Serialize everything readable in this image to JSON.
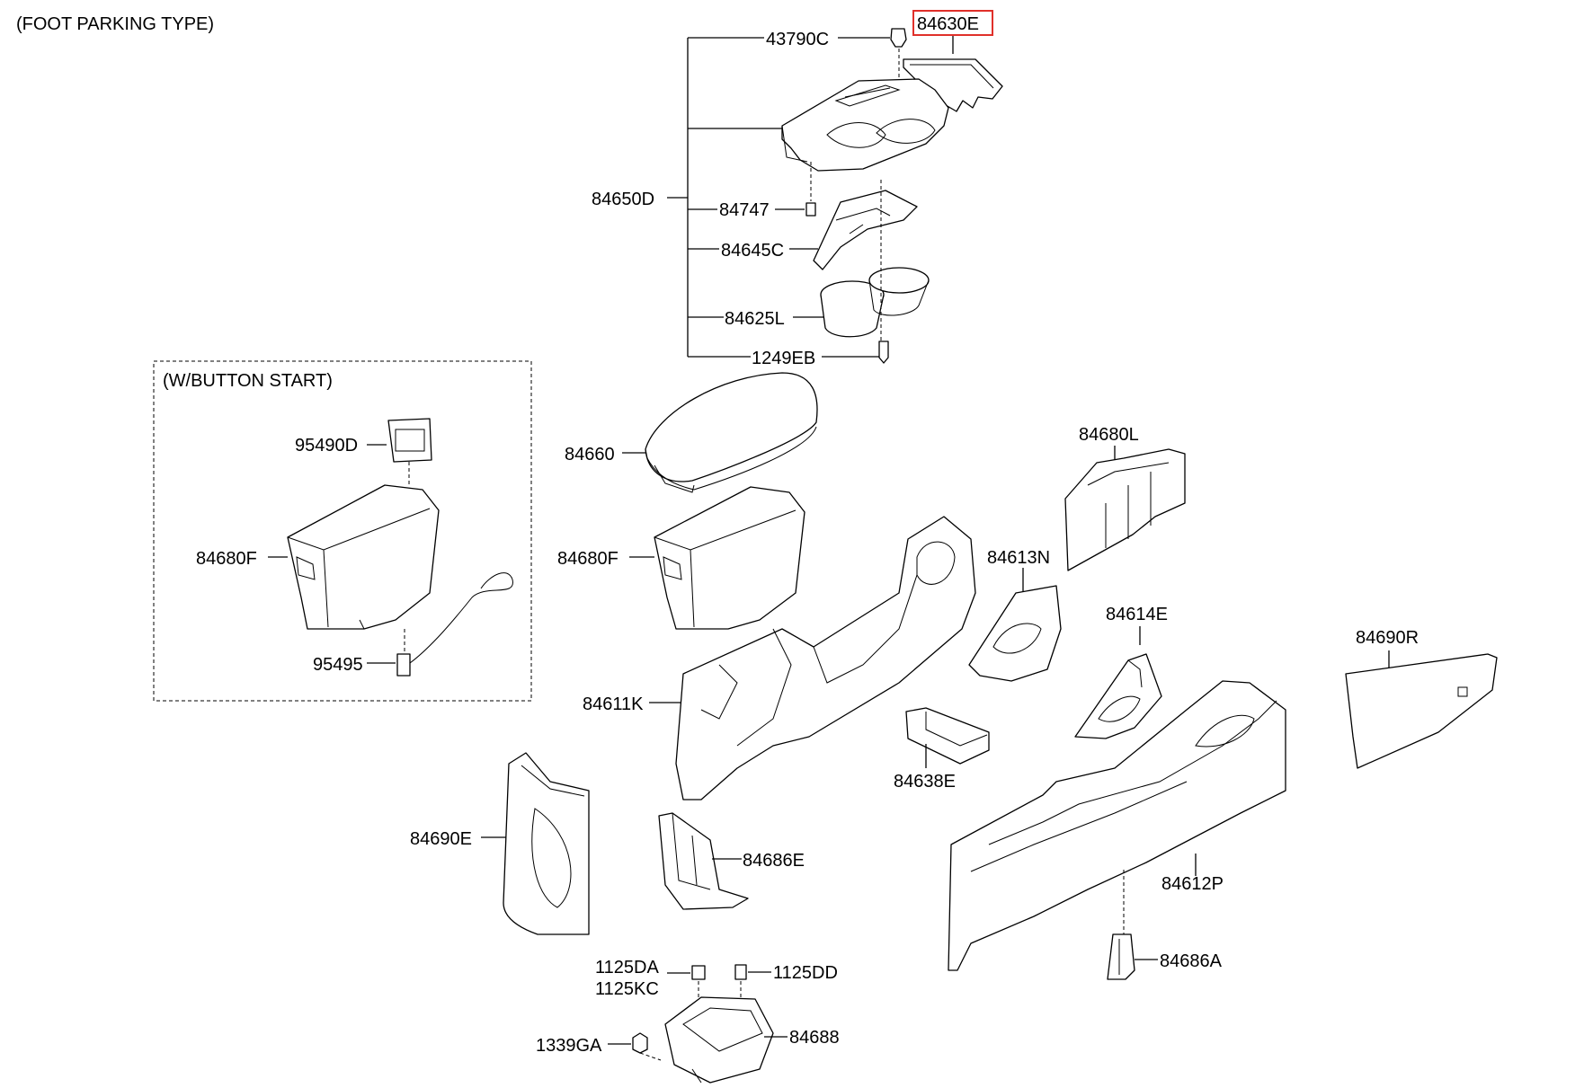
{
  "header": {
    "title": "(FOOT PARKING TYPE)"
  },
  "inset": {
    "title": "(W/BUTTON START)"
  },
  "highlighted_part": "84630E",
  "highlight_color": "#e0302a",
  "labels": {
    "p84630E": "84630E",
    "p43790C": "43790C",
    "p84650D": "84650D",
    "p84747": "84747",
    "p84645C": "84645C",
    "p84625L": "84625L",
    "p1249EB": "1249EB",
    "p95490D": "95490D",
    "p84680F_inset": "84680F",
    "p95495": "95495",
    "p84660": "84660",
    "p84680F": "84680F",
    "p84680L": "84680L",
    "p84613N": "84613N",
    "p84614E": "84614E",
    "p84690R": "84690R",
    "p84611K": "84611K",
    "p84638E": "84638E",
    "p84690E": "84690E",
    "p84686E": "84686E",
    "p84612P": "84612P",
    "p84686A": "84686A",
    "p1125DA": "1125DA",
    "p1125KC": "1125KC",
    "p1125DD": "1125DD",
    "p1339GA": "1339GA",
    "p84688": "84688"
  }
}
